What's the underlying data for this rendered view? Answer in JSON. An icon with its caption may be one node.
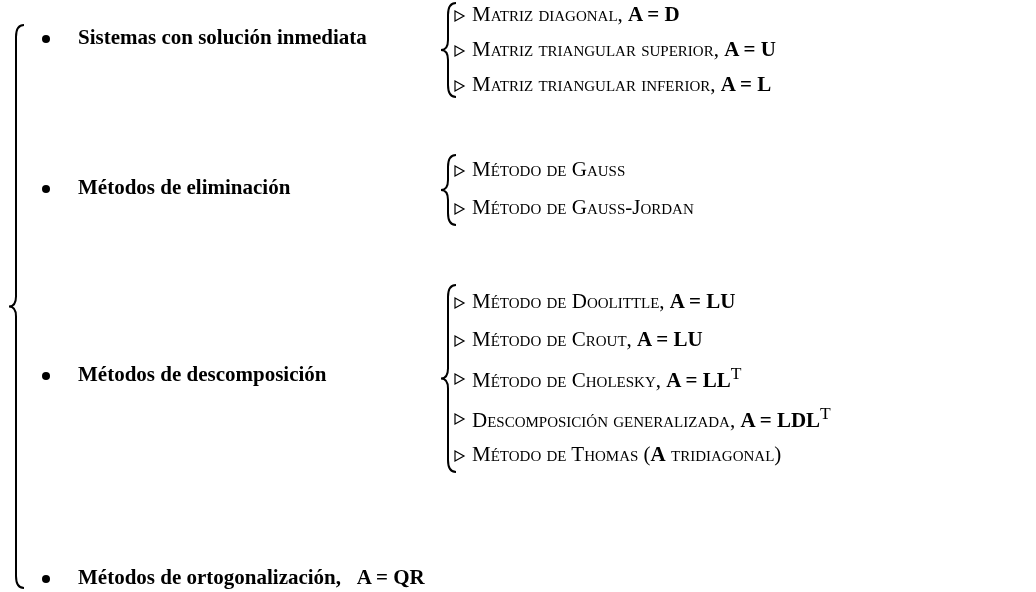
{
  "diagram": {
    "labels": [
      "Sistemas con solución inmediata",
      "Matriz diagonal, **A = D**",
      "Matriz triangular superior, **A = U**",
      "Matriz triangular inferior, **A = L**",
      "Métodos de eliminación",
      "Método de Gauss",
      "Método de Gauss-Jordan",
      "Métodos de descomposición",
      "Método de Doolittle, **A = LU**",
      "Método de Crout, **A = LU**",
      "Método de Cholesky, **A = LL**$^{T}$",
      "Descomposición generalizada, **A = LDL**$^{T}$",
      "Método de Thomas (**A** tridiagonal)",
      "Métodos de ortogonalización,   **A = QR**"
    ]
  }
}
